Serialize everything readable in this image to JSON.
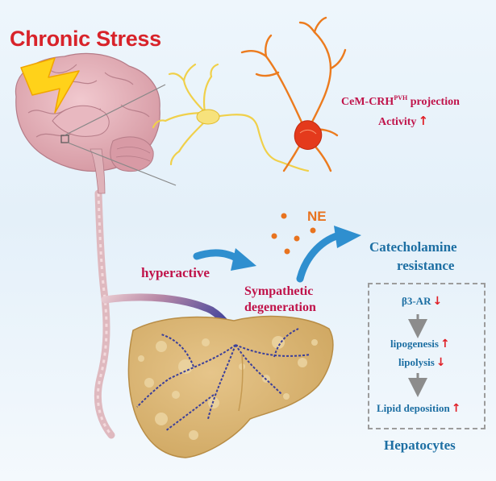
{
  "title": "Chronic Stress",
  "projection": {
    "line1_prefix": "CeM-CRH",
    "line1_sup": "PVH",
    "line1_suffix": " projection",
    "line2": "Activity",
    "line2_arrow": "↑"
  },
  "ne_label": "NE",
  "hyperactive": "hyperactive",
  "sympathetic": {
    "line1": "Sympathetic",
    "line2": "degeneration"
  },
  "catecholamine": {
    "line1": "Catecholamine",
    "line2": "resistance"
  },
  "pathway": {
    "b3ar": "β3-AR",
    "b3ar_arrow": "↓",
    "lipogenesis": "lipogenesis",
    "lipogenesis_arrow": "↑",
    "lipolysis": "lipolysis",
    "lipolysis_arrow": "↓",
    "lipid": "Lipid deposition",
    "lipid_arrow": "↑"
  },
  "hepatocytes": "Hepatocytes",
  "colors": {
    "title_red": "#d8232a",
    "crimson_text": "#c0134a",
    "blue_text": "#1d6fa3",
    "ne_orange": "#e8731f",
    "arrow_red": "#e01f26",
    "arrow_gray": "#8c8c8c",
    "blue_arrow": "#2f8fcf",
    "liver": "#d8b676",
    "nerve_blue": "#3b3f9a",
    "brain": "#d8a0aa"
  },
  "icons": [
    "lightning-icon",
    "brain-icon",
    "neuron-icon",
    "liver-icon"
  ]
}
